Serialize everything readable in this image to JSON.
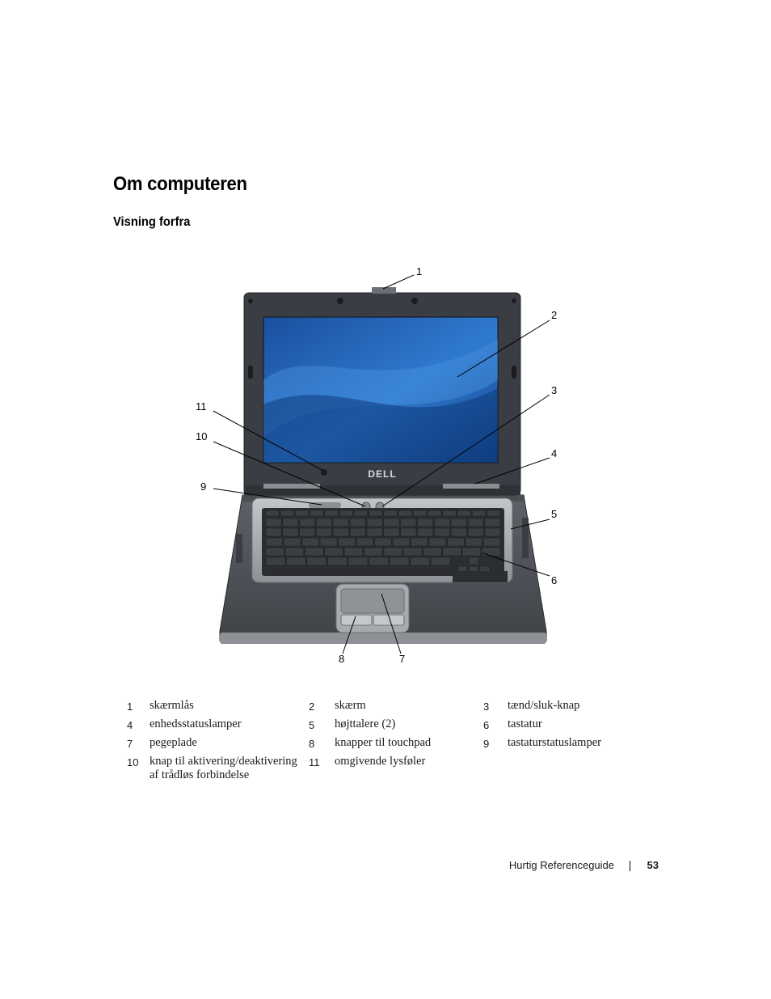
{
  "heading": "Om computeren",
  "subheading": "Visning forfra",
  "figure": {
    "callouts": [
      "1",
      "2",
      "3",
      "4",
      "5",
      "6",
      "7",
      "8",
      "9",
      "10",
      "11"
    ],
    "logo_text": "DELL",
    "colors": {
      "bezel": "#3a3e44",
      "screen": "#1f5fb8",
      "deck": "#55595f",
      "keyboard_frame": "#a9adb2",
      "keys": "#2b2d31"
    }
  },
  "legend": [
    [
      {
        "num": "1",
        "label": "skærmlås"
      },
      {
        "num": "2",
        "label": "skærm"
      },
      {
        "num": "3",
        "label": "tænd/sluk-knap"
      }
    ],
    [
      {
        "num": "4",
        "label": "enhedsstatuslamper"
      },
      {
        "num": "5",
        "label": "højttalere (2)"
      },
      {
        "num": "6",
        "label": "tastatur"
      }
    ],
    [
      {
        "num": "7",
        "label": "pegeplade"
      },
      {
        "num": "8",
        "label": "knapper til touchpad"
      },
      {
        "num": "9",
        "label": "tastaturstatuslamper"
      }
    ],
    [
      {
        "num": "10",
        "label": "knap til aktivering/deaktivering af trådløs forbindelse"
      },
      {
        "num": "11",
        "label": "omgivende lysføler"
      },
      {
        "num": "",
        "label": ""
      }
    ]
  ],
  "footer": {
    "title": "Hurtig Referenceguide",
    "page_number": "53"
  }
}
